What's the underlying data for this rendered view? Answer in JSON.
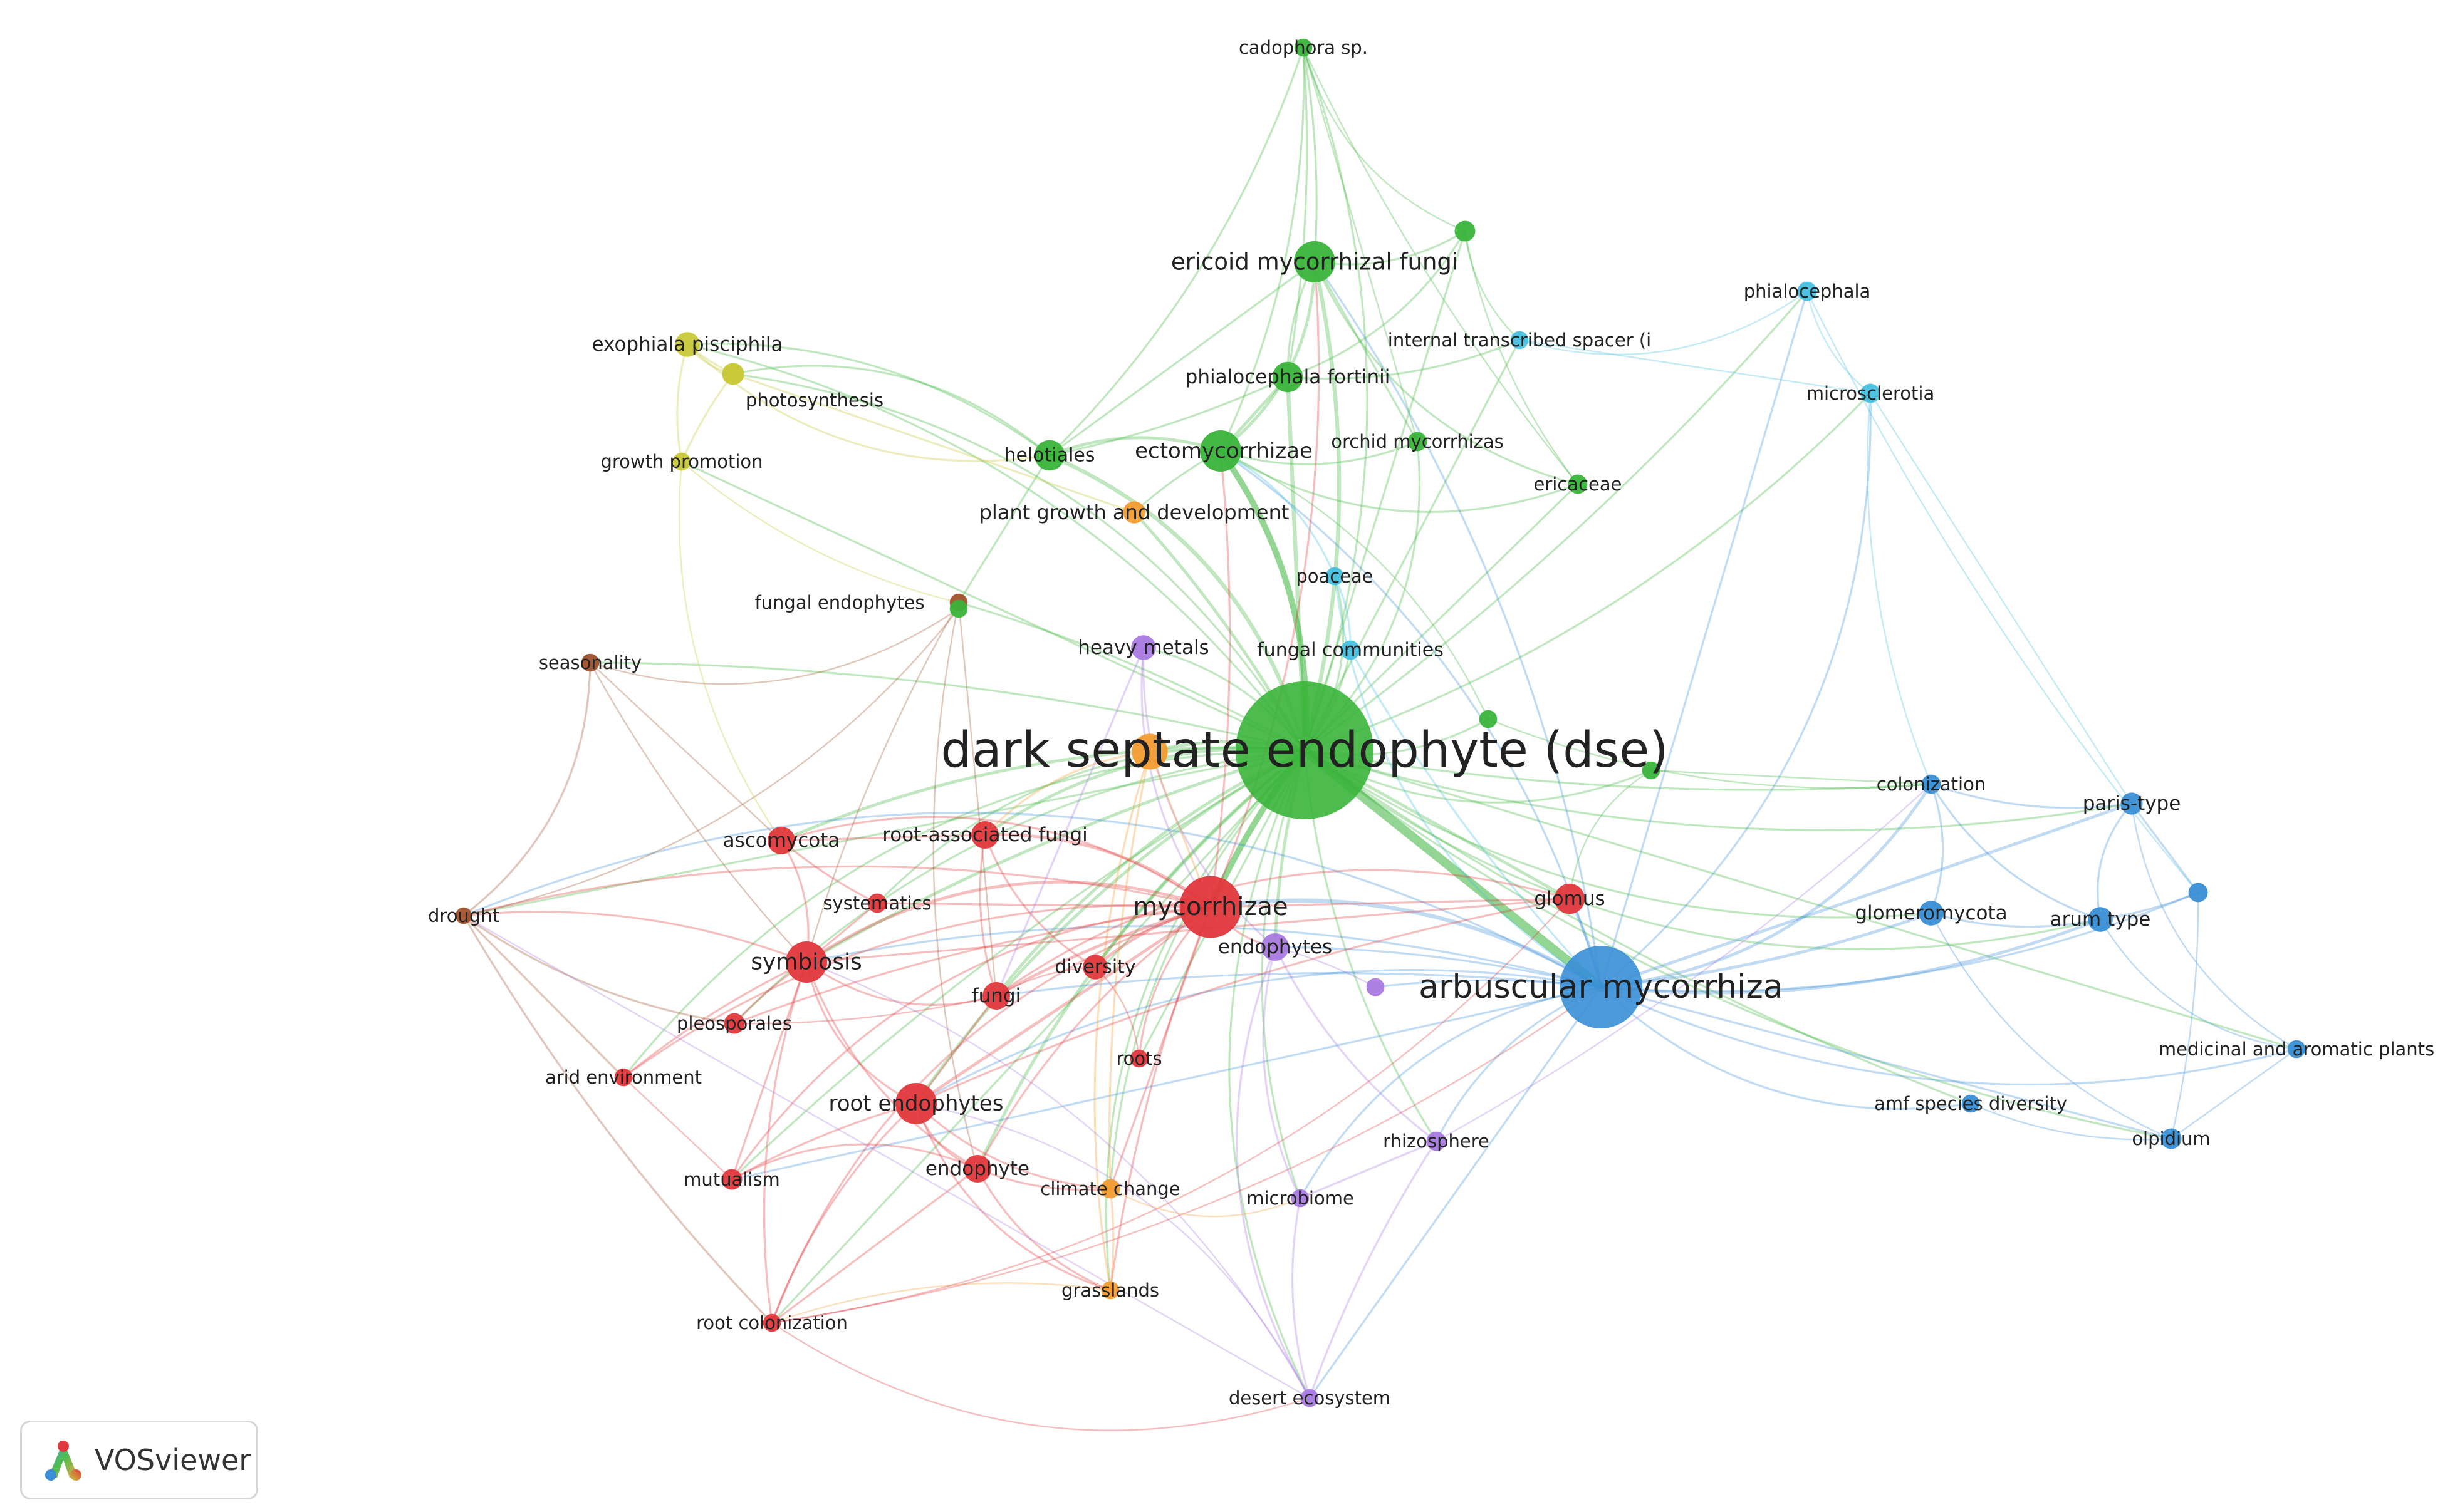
{
  "app_name": "VOSviewer",
  "cluster_colors": {
    "red": "#e0383c",
    "green": "#3ab43a",
    "blue": "#3a8fd6",
    "yellow": "#c8c83a",
    "purple": "#a97ae0",
    "cyan": "#48c0e0",
    "orange": "#f39c32",
    "brown": "#a0522d"
  },
  "nodes": [
    {
      "id": "dse",
      "label": "dark septate endophyte (dse)",
      "cluster": "green",
      "weight": 10
    },
    {
      "id": "am",
      "label": "arbuscular mycorrhiza",
      "cluster": "blue",
      "weight": 6
    },
    {
      "id": "myc",
      "label": "mycorrhizae",
      "cluster": "red",
      "weight": 4.5
    },
    {
      "id": "ericoid",
      "label": "ericoid mycorrhizal fungi",
      "cluster": "green",
      "weight": 3
    },
    {
      "id": "ecto",
      "label": "ectomycorrhizae",
      "cluster": "green",
      "weight": 3
    },
    {
      "id": "symb",
      "label": "symbiosis",
      "cluster": "red",
      "weight": 3
    },
    {
      "id": "rootendo",
      "label": "root endophytes",
      "cluster": "red",
      "weight": 3
    },
    {
      "id": "helot",
      "label": "helotiales",
      "cluster": "green",
      "weight": 2.2
    },
    {
      "id": "phialfort",
      "label": "phialocephala fortinii",
      "cluster": "green",
      "weight": 2.2
    },
    {
      "id": "cadophora",
      "label": "cadophora sp.",
      "cluster": "green",
      "weight": 1.3
    },
    {
      "id": "orchid",
      "label": "orchid mycorrhizas",
      "cluster": "green",
      "weight": 1.4
    },
    {
      "id": "ericaceae",
      "label": "ericaceae",
      "cluster": "green",
      "weight": 1.4
    },
    {
      "id": "pgd",
      "label": "plant growth and development",
      "cluster": "orange",
      "weight": 1.6
    },
    {
      "id": "fungend",
      "label": "fungal endophytes",
      "cluster": "brown",
      "weight": 1.3
    },
    {
      "id": "fungcom",
      "label": "fungal communities",
      "cluster": "cyan",
      "weight": 1.4
    },
    {
      "id": "heavy",
      "label": "heavy metals",
      "cluster": "purple",
      "weight": 1.8
    },
    {
      "id": "poaceae",
      "label": "poaceae",
      "cluster": "cyan",
      "weight": 1.3
    },
    {
      "id": "its",
      "label": "internal transcribed spacer (i",
      "cluster": "cyan",
      "weight": 1.3
    },
    {
      "id": "phialo",
      "label": "phialocephala",
      "cluster": "cyan",
      "weight": 1.4
    },
    {
      "id": "microscl",
      "label": "microsclerotia",
      "cluster": "cyan",
      "weight": 1.4
    },
    {
      "id": "exoph",
      "label": "exophiala pisciphila",
      "cluster": "yellow",
      "weight": 1.8
    },
    {
      "id": "photo",
      "label": "photosynthesis",
      "cluster": "yellow",
      "weight": 1.4
    },
    {
      "id": "growthprom",
      "label": "growth promotion",
      "cluster": "yellow",
      "weight": 1.3
    },
    {
      "id": "season",
      "label": "seasonality",
      "cluster": "brown",
      "weight": 1.3
    },
    {
      "id": "asco",
      "label": "ascomycota",
      "cluster": "red",
      "weight": 2
    },
    {
      "id": "raf",
      "label": "root-associated fungi",
      "cluster": "red",
      "weight": 2
    },
    {
      "id": "syst",
      "label": "systematics",
      "cluster": "red",
      "weight": 1.4
    },
    {
      "id": "drought",
      "label": "drought",
      "cluster": "brown",
      "weight": 1.2
    },
    {
      "id": "diversity",
      "label": "diversity",
      "cluster": "red",
      "weight": 1.8
    },
    {
      "id": "fungi",
      "label": "fungi",
      "cluster": "red",
      "weight": 2
    },
    {
      "id": "pleo",
      "label": "pleosporales",
      "cluster": "red",
      "weight": 1.5
    },
    {
      "id": "arid",
      "label": "arid environment",
      "cluster": "red",
      "weight": 1.3
    },
    {
      "id": "roots",
      "label": "roots",
      "cluster": "red",
      "weight": 1.3
    },
    {
      "id": "mutual",
      "label": "mutualism",
      "cluster": "red",
      "weight": 1.5
    },
    {
      "id": "endophyte",
      "label": "endophyte",
      "cluster": "red",
      "weight": 2
    },
    {
      "id": "climate",
      "label": "climate change",
      "cluster": "orange",
      "weight": 1.4
    },
    {
      "id": "grass",
      "label": "grasslands",
      "cluster": "orange",
      "weight": 1.3
    },
    {
      "id": "rootcol",
      "label": "root colonization",
      "cluster": "red",
      "weight": 1.3
    },
    {
      "id": "endophytes",
      "label": "endophytes",
      "cluster": "purple",
      "weight": 2
    },
    {
      "id": "rhizo",
      "label": "rhizosphere",
      "cluster": "purple",
      "weight": 1.4
    },
    {
      "id": "microbiome",
      "label": "microbiome",
      "cluster": "purple",
      "weight": 1.3
    },
    {
      "id": "desert",
      "label": "desert ecosystem",
      "cluster": "purple",
      "weight": 1.3
    },
    {
      "id": "glomus",
      "label": "glomus",
      "cluster": "red",
      "weight": 2.2
    },
    {
      "id": "colon",
      "label": "colonization",
      "cluster": "blue",
      "weight": 1.4
    },
    {
      "id": "paris",
      "label": "paris-type",
      "cluster": "blue",
      "weight": 1.6
    },
    {
      "id": "glomero",
      "label": "glomeromycota",
      "cluster": "blue",
      "weight": 1.8
    },
    {
      "id": "arum",
      "label": "arum type",
      "cluster": "blue",
      "weight": 1.8
    },
    {
      "id": "medic",
      "label": "medicinal and aromatic plants",
      "cluster": "blue",
      "weight": 1.3
    },
    {
      "id": "amfdiv",
      "label": "amf species diversity",
      "cluster": "blue",
      "weight": 1.3
    },
    {
      "id": "olpid",
      "label": "olpidium",
      "cluster": "blue",
      "weight": 1.5
    },
    {
      "id": "orange1",
      "label": "",
      "cluster": "orange",
      "weight": 2.6
    },
    {
      "id": "g1",
      "label": "",
      "cluster": "green",
      "weight": 1.5
    },
    {
      "id": "g2",
      "label": "",
      "cluster": "green",
      "weight": 1.3
    },
    {
      "id": "g3",
      "label": "",
      "cluster": "green",
      "weight": 1.3
    },
    {
      "id": "g4",
      "label": "",
      "cluster": "green",
      "weight": 1.3
    },
    {
      "id": "p1",
      "label": "",
      "cluster": "purple",
      "weight": 1.3
    },
    {
      "id": "b1",
      "label": "",
      "cluster": "blue",
      "weight": 1.4
    },
    {
      "id": "y1",
      "label": "",
      "cluster": "yellow",
      "weight": 1.6
    }
  ]
}
